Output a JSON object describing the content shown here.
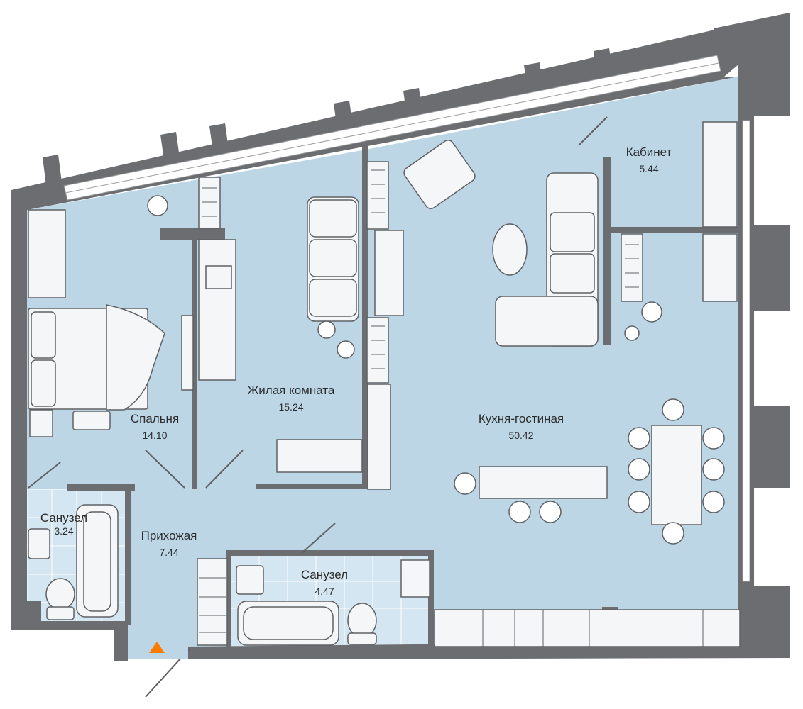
{
  "colors": {
    "floor": "#bcd6e6",
    "tile": "#d4e6f1",
    "wall": "#6b6d70",
    "window": "#ffffff",
    "furniture": "#f4f6f7",
    "stroke": "#5e6064",
    "entry": "#ff7a00"
  },
  "rooms": {
    "bedroom": {
      "name": "Спальня",
      "area": "14.10"
    },
    "living": {
      "name": "Жилая комната",
      "area": "15.24"
    },
    "kitchen": {
      "name": "Кухня-гостиная",
      "area": "50.42"
    },
    "office": {
      "name": "Кабинет",
      "area": "5.44"
    },
    "bath1": {
      "name": "Санузел",
      "area": "3.24"
    },
    "hall": {
      "name": "Прихожая",
      "area": "7.44"
    },
    "bath2": {
      "name": "Санузел",
      "area": "4.47"
    }
  },
  "icons": {
    "entrance": "entrance-arrow-icon"
  }
}
